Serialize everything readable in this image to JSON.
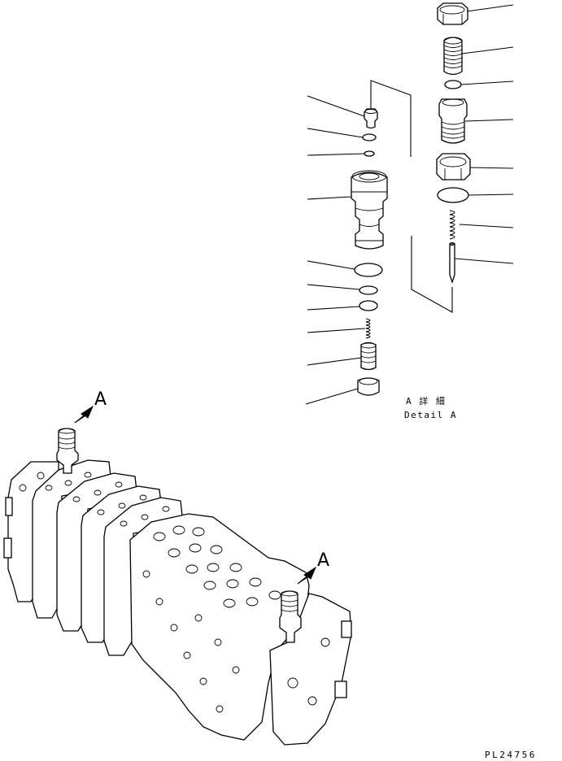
{
  "figure": {
    "detail_label_jp": "A 詳 細",
    "detail_label_en": "Detail A",
    "view_arrow_left": "A",
    "view_arrow_right": "A",
    "drawing_number": "PL24756"
  },
  "parts": [
    "lock-nut",
    "adjust-screw",
    "o-ring",
    "sleeve",
    "nut",
    "backup-ring",
    "spring",
    "poppet",
    "plug",
    "o-ring",
    "ring",
    "valve-body",
    "o-ring",
    "backup-ring",
    "ring",
    "spring",
    "piston",
    "cap"
  ]
}
